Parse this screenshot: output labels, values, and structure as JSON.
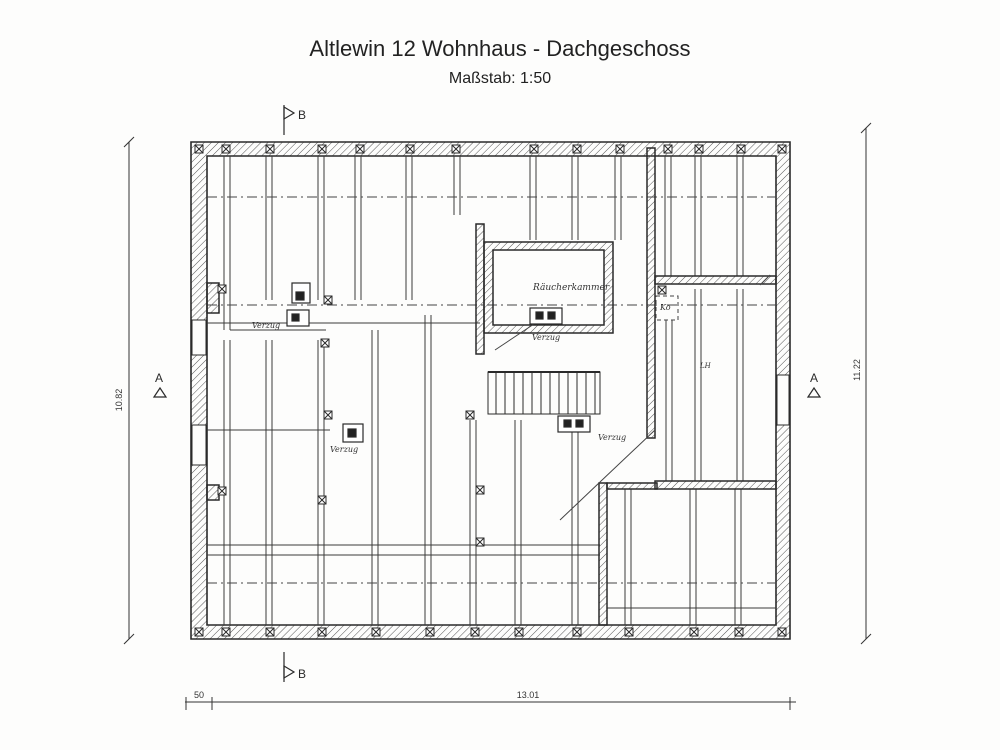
{
  "title": "Altlewin 12 Wohnhaus - Dachgeschoss",
  "scale": "Maßstab: 1:50",
  "section_markers": {
    "b_top": "B",
    "b_bottom": "B",
    "a_left": "A",
    "a_right": "A"
  },
  "dimensions": {
    "left_height": "10.82",
    "right_height": "11.22",
    "bottom_width": "13.01",
    "bottom_offset": "50"
  },
  "room_labels": {
    "smoke_chamber": "Räucherkammer",
    "ko": "Ko",
    "lh": "LH"
  },
  "annotations": {
    "verzug_1": "Verzug",
    "verzug_2": "Verzug",
    "verzug_3": "Verzug",
    "verzug_4": "Verzug"
  },
  "colors": {
    "ink": "#2a2a2a",
    "paper": "#fdfdfc",
    "hatch": "#555555"
  }
}
